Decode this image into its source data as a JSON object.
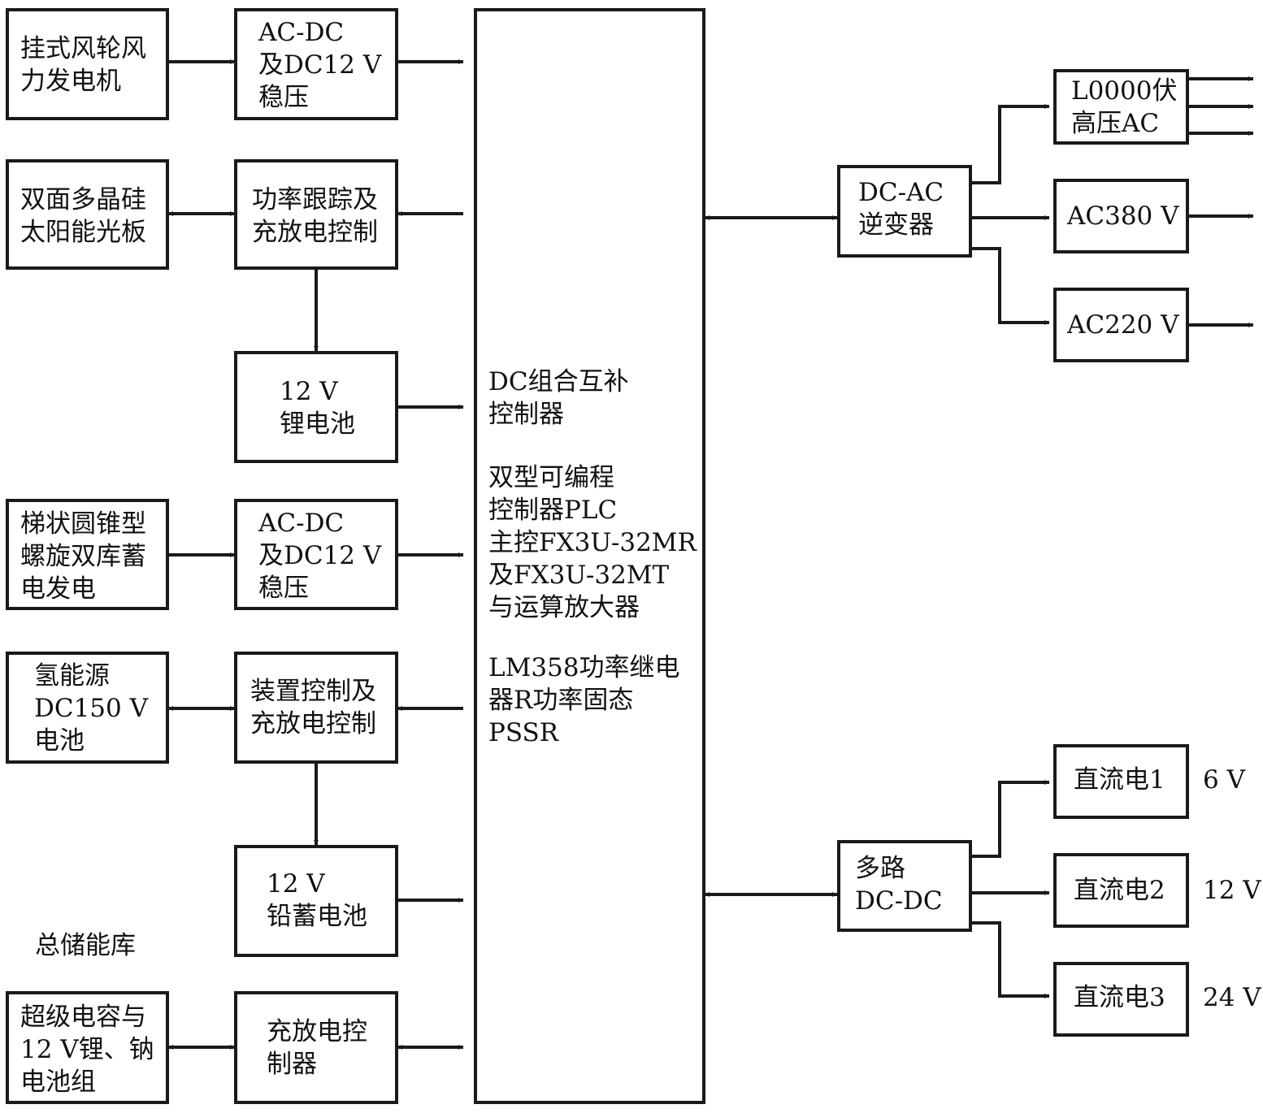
{
  "diagram": {
    "colors": {
      "stroke": "#1a1a1a",
      "text": "#111111",
      "background": "#ffffff"
    },
    "left_sources": {
      "wind": "挂式风轮风\n力发电机",
      "solar": "双面多晶硅\n太阳能光板",
      "spiral": "梯状圆锥型\n螺旋双库蓄\n电发电",
      "hydrogen": "氢能源\nDC150 V\n电池",
      "supercap": "超级电容与\n12 V锂、钠\n电池组"
    },
    "left_converters": {
      "acdc_1": "AC-DC\n及DC12 V\n稳压",
      "mppt": "功率跟踪及\n充放电控制",
      "li_battery": "12 V\n锂电池",
      "acdc_2": "AC-DC\n及DC12 V\n稳压",
      "device_ctrl": "装置控制及\n充放电控制",
      "lead_battery": "12 V\n铅蓄电池",
      "charge_ctrl": "充放电控\n制器"
    },
    "storage_label": "总储能库",
    "controller": {
      "line1": "DC组合互补\n控制器",
      "line2": "双型可编程\n控制器PLC\n主控FX3U-32MR\n及FX3U-32MT\n与运算放大器",
      "line3": "LM358功率继电\n器R功率固态\nPSSR"
    },
    "inverter": "DC-AC\n逆变器",
    "ac_outputs": {
      "high": "L0000伏\n高压AC",
      "ac380": "AC380 V",
      "ac220": "AC220 V"
    },
    "dcdc": "多路\nDC-DC",
    "dc_outputs": {
      "dc1": "直流电1",
      "dc2": "直流电2",
      "dc3": "直流电3"
    },
    "dc_voltages": {
      "v1": "6 V",
      "v2": "12 V",
      "v3": "24 V"
    }
  }
}
